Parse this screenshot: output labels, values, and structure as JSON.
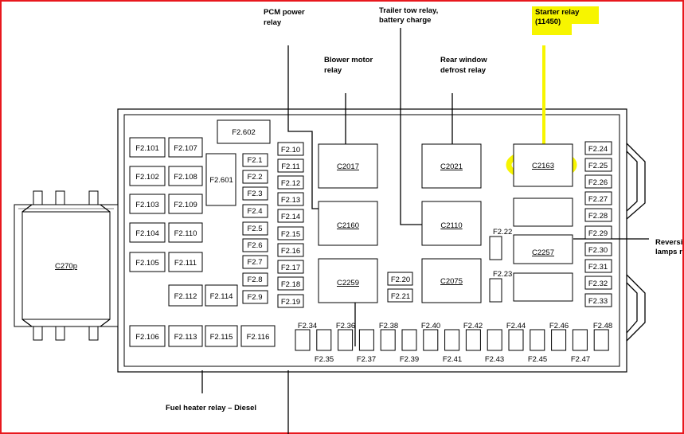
{
  "colors": {
    "frame_border": "#e8181e",
    "highlight": "#f7f500",
    "line": "#000000"
  },
  "callouts": {
    "pcm_power_relay": [
      "PCM power",
      "relay"
    ],
    "trailer_tow_relay": [
      "Trailer tow relay,",
      "battery charge"
    ],
    "starter_relay": [
      "Starter relay",
      "(11450)"
    ],
    "blower_motor_relay": [
      "Blower motor",
      "relay"
    ],
    "rear_window_defrost_relay": [
      "Rear window",
      "defrost relay"
    ],
    "reversing_lamps": [
      "Reversi",
      "lamps r"
    ],
    "fuel_heater_relay": "Fuel heater relay – Diesel"
  },
  "connector": {
    "label": "C270p"
  },
  "fuses_left": [
    "F2.101",
    "F2.102",
    "F2.103",
    "F2.104",
    "F2.105",
    "F2.106",
    "F2.107",
    "F2.108",
    "F2.109",
    "F2.110",
    "F2.111",
    "F2.112",
    "F2.113",
    "F2.114",
    "F2.115",
    "F2.116"
  ],
  "fuse_f2_601": "F2.601",
  "fuse_f2_602": "F2.602",
  "fuses_small_col1": [
    "F2.1",
    "F2.2",
    "F2.3",
    "F2.4",
    "F2.5",
    "F2.6",
    "F2.7",
    "F2.8",
    "F2.9"
  ],
  "fuses_small_col2": [
    "F2.10",
    "F2.11",
    "F2.12",
    "F2.13",
    "F2.14",
    "F2.15",
    "F2.16",
    "F2.17",
    "F2.18",
    "F2.19"
  ],
  "relays": {
    "c2017": "C2017",
    "c2021": "C2021",
    "c2163": "C2163",
    "c2160": "C2160",
    "c2110": "C2110",
    "c2257": "C2257",
    "c2259": "C2259",
    "c2075": "C2075"
  },
  "fuses_mid": [
    "F2.20",
    "F2.21",
    "F2.22",
    "F2.23"
  ],
  "fuses_right": [
    "F2.24",
    "F2.25",
    "F2.26",
    "F2.27",
    "F2.28",
    "F2.29",
    "F2.30",
    "F2.31",
    "F2.32",
    "F2.33"
  ],
  "fuses_bottom_top_labels": [
    "F2.34",
    "F2.36",
    "F2.38",
    "F2.40",
    "F2.42",
    "F2.44",
    "F2.46",
    "F2.48"
  ],
  "fuses_bottom_bottom_labels": [
    "F2.35",
    "F2.37",
    "F2.39",
    "F2.41",
    "F2.43",
    "F2.45",
    "F2.47"
  ]
}
